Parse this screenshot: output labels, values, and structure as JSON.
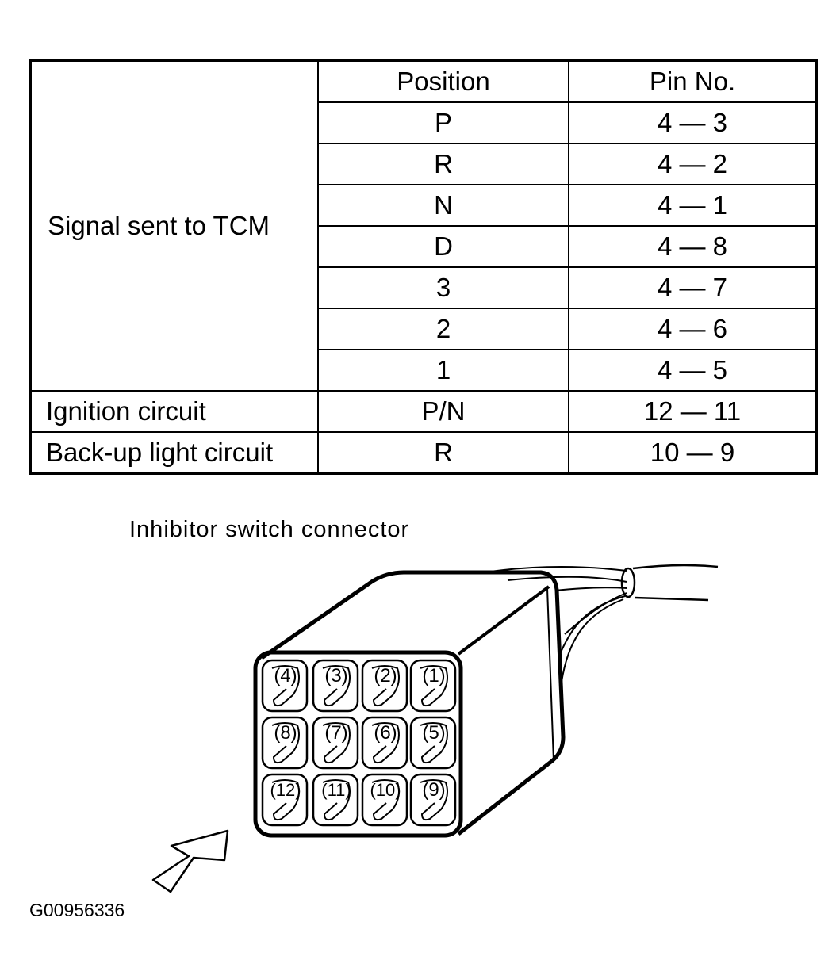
{
  "table": {
    "headers": {
      "position": "Position",
      "pin_no": "Pin No."
    },
    "signal_group_label": "Signal sent to TCM",
    "signal_rows": [
      {
        "position": "P",
        "pin": "4 — 3"
      },
      {
        "position": "R",
        "pin": "4 — 2"
      },
      {
        "position": "N",
        "pin": "4 — 1"
      },
      {
        "position": "D",
        "pin": "4 — 8"
      },
      {
        "position": "3",
        "pin": "4 — 7"
      },
      {
        "position": "2",
        "pin": "4 — 6"
      },
      {
        "position": "1",
        "pin": "4 — 5"
      }
    ],
    "ignition": {
      "label": "Ignition circuit",
      "position": "P/N",
      "pin": "12 — 11"
    },
    "backup": {
      "label": "Back-up light circuit",
      "position": "R",
      "pin": "10 — 9"
    }
  },
  "connector": {
    "caption": "Inhibitor switch connector",
    "pins": [
      [
        "4",
        "3",
        "2",
        "1"
      ],
      [
        "8",
        "7",
        "6",
        "5"
      ],
      [
        "12",
        "11",
        "10",
        "9"
      ]
    ]
  },
  "figure_code": "G00956336"
}
